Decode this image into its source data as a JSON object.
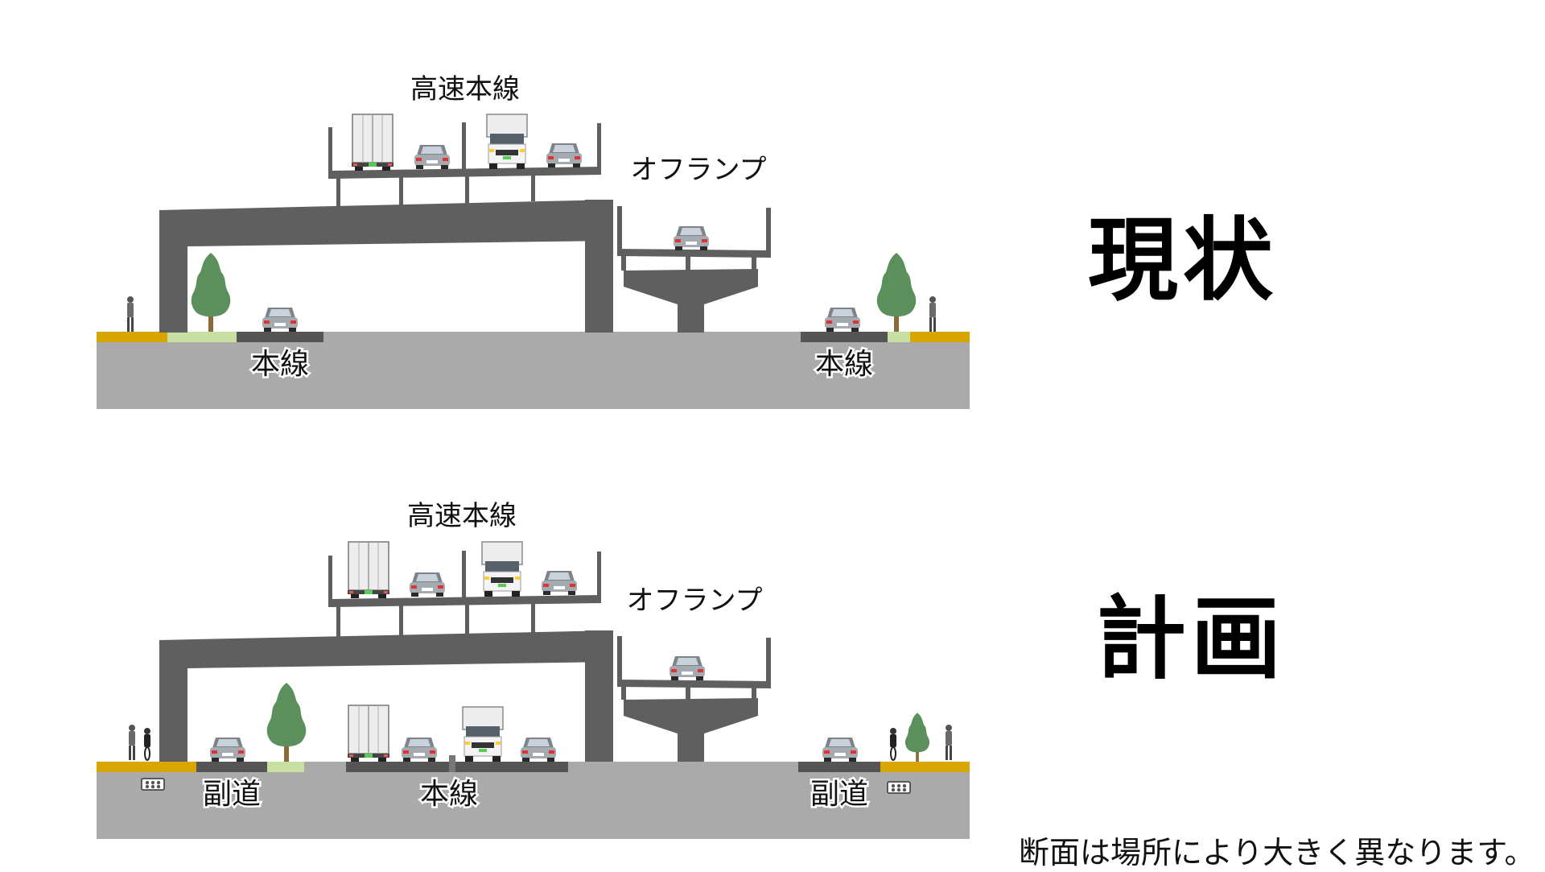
{
  "current": {
    "status_label": "現状",
    "expressway_label": "高速本線",
    "offramp_label": "オフランプ",
    "left_road_label": "本線",
    "right_road_label": "本線"
  },
  "plan": {
    "status_label": "計画",
    "expressway_label": "高速本線",
    "offramp_label": "オフランプ",
    "left_road_label": "副道",
    "center_road_label": "本線",
    "right_road_label": "副道"
  },
  "note": "断面は場所により大きく異なります。",
  "colors": {
    "ground": "#aaaaaa",
    "structure": "#5f5f5f",
    "asphalt": "#555555",
    "sidewalk": "#d9a500",
    "planting_strip": "#c7e0a2",
    "tree": "#5b8f5b",
    "trunk": "#8a6a3a",
    "car": "#9aa0a6",
    "truck_box": "#e6e6e6"
  },
  "icons": [
    "tree-icon",
    "car-icon",
    "truck-icon",
    "pedestrian-icon",
    "cyclist-icon",
    "utility-conduit-icon"
  ]
}
